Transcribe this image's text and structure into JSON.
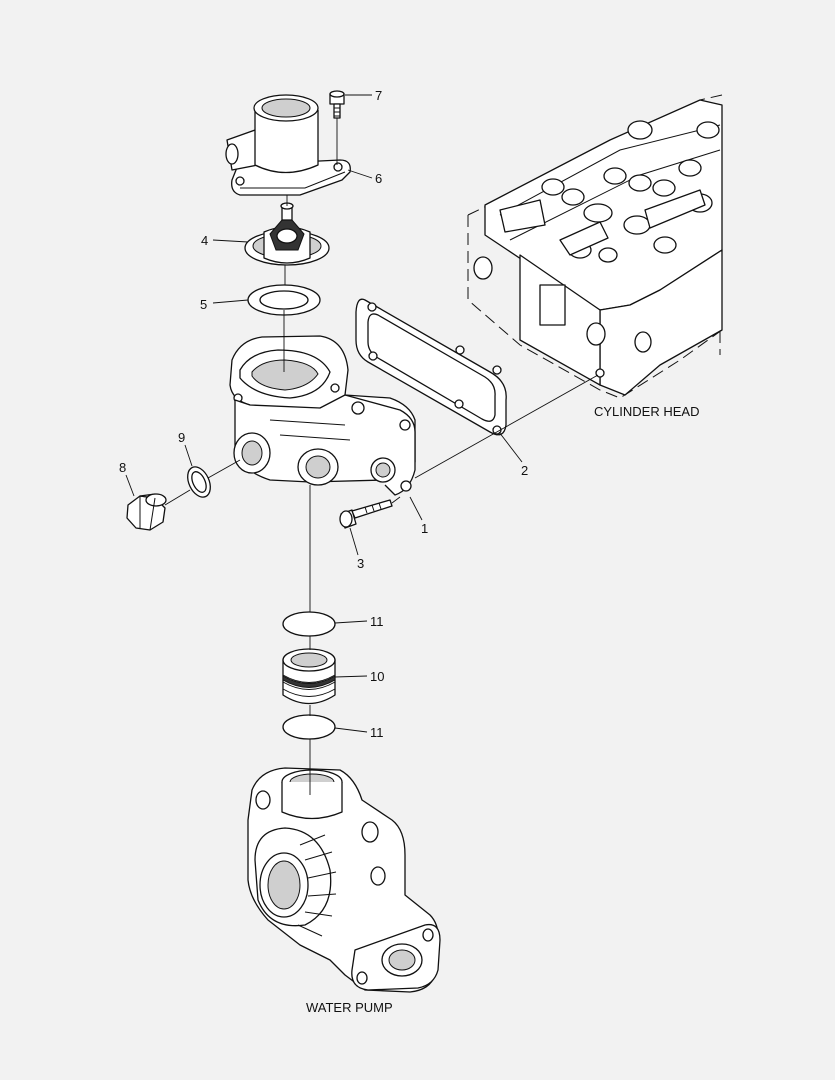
{
  "callouts": [
    {
      "id": "1",
      "text": "1"
    },
    {
      "id": "2",
      "text": "2"
    },
    {
      "id": "3",
      "text": "3"
    },
    {
      "id": "4",
      "text": "4"
    },
    {
      "id": "5",
      "text": "5"
    },
    {
      "id": "6",
      "text": "6"
    },
    {
      "id": "7",
      "text": "7"
    },
    {
      "id": "8",
      "text": "8"
    },
    {
      "id": "9",
      "text": "9"
    },
    {
      "id": "10",
      "text": "10"
    },
    {
      "id": "11a",
      "text": "11"
    },
    {
      "id": "11b",
      "text": "11"
    }
  ],
  "assemblies": {
    "cylinder_head": "CYLINDER HEAD",
    "water_pump": "WATER PUMP"
  }
}
